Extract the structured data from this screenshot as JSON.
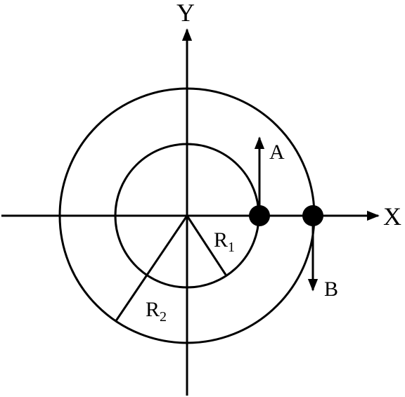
{
  "axes": {
    "x_label": "X",
    "y_label": "Y"
  },
  "radii": {
    "r1": {
      "base": "R",
      "sub": "1"
    },
    "r2": {
      "base": "R",
      "sub": "2"
    }
  },
  "points": {
    "a": {
      "label": "A"
    },
    "b": {
      "label": "B"
    }
  },
  "colors": {
    "ink": "#000000",
    "background": "#ffffff"
  }
}
